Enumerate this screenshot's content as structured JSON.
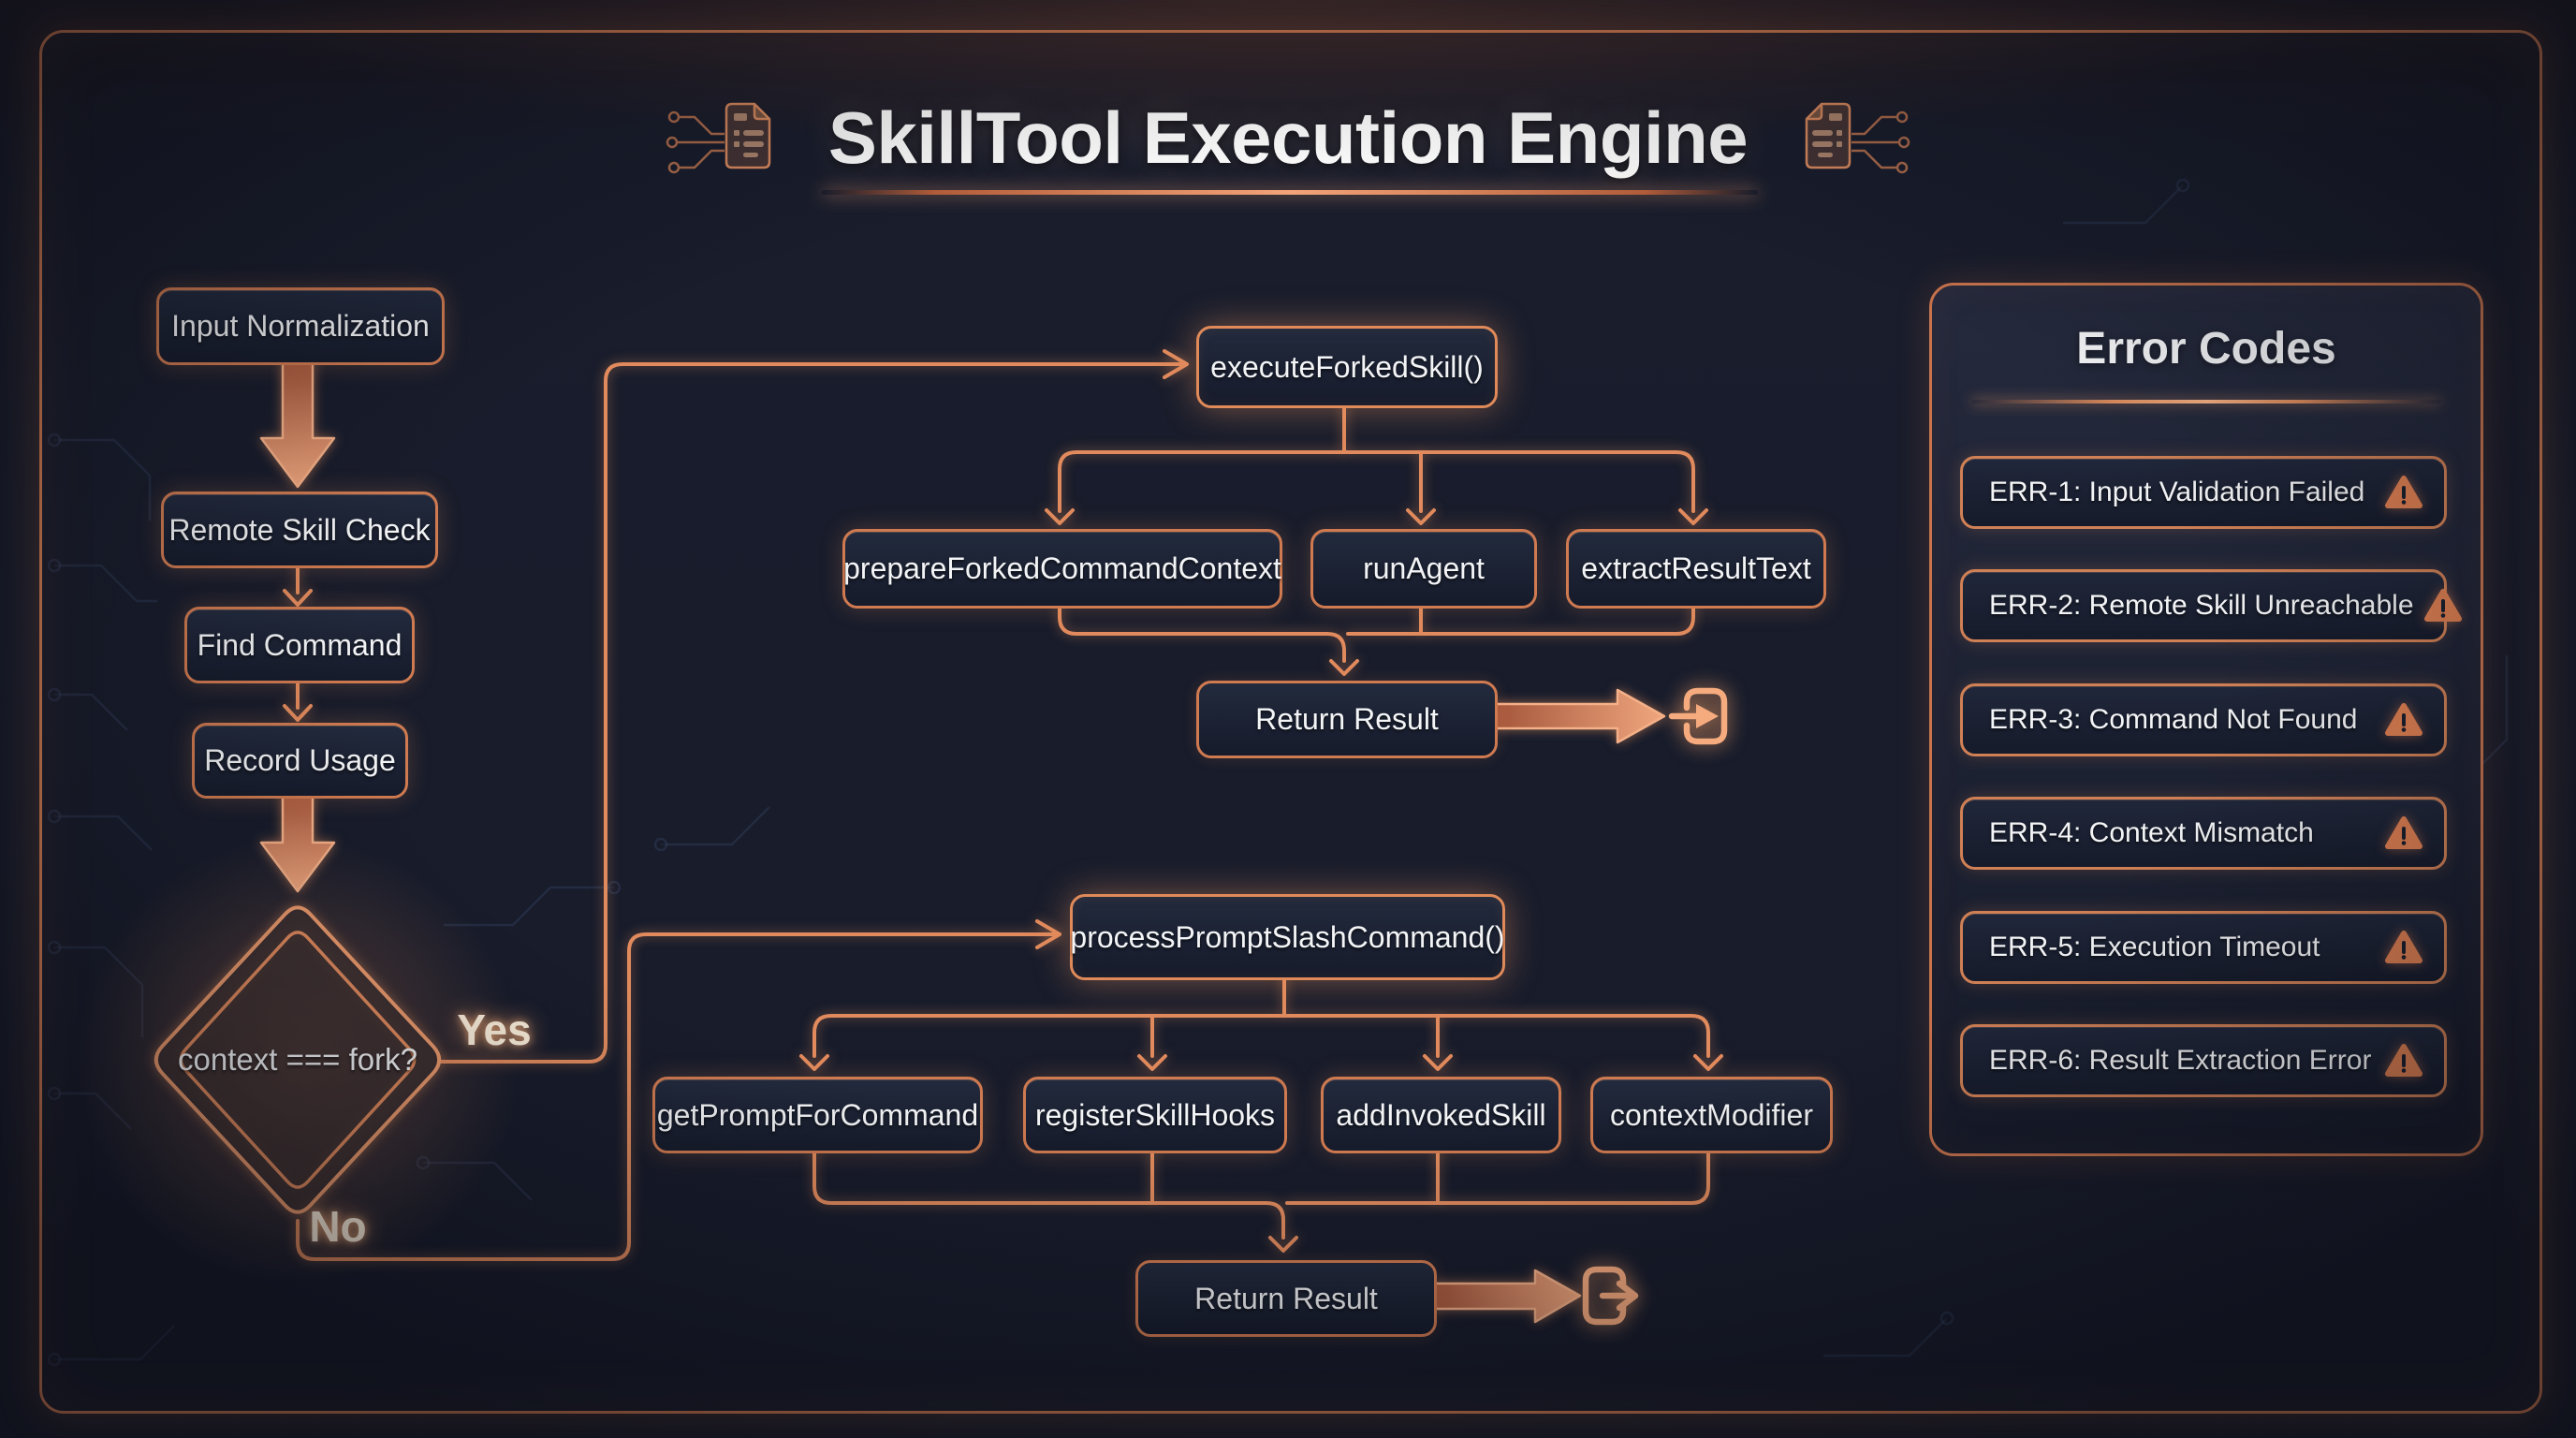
{
  "title": "SkillTool Execution Engine",
  "left_flow": {
    "steps": [
      "Input Normalization",
      "Remote Skill Check",
      "Find Command",
      "Record Usage"
    ],
    "decision": "context === fork?",
    "yes_label": "Yes",
    "no_label": "No"
  },
  "fork_flow": {
    "entry": "executeForkedSkill()",
    "children": [
      "prepareForkedCommandContext",
      "runAgent",
      "extractResultText"
    ],
    "result": "Return Result"
  },
  "slash_flow": {
    "entry": "processPromptSlashCommand()",
    "children": [
      "getPromptForCommand",
      "registerSkillHooks",
      "addInvokedSkill",
      "contextModifier"
    ],
    "result": "Return Result"
  },
  "error_panel": {
    "title": "Error Codes",
    "items": [
      "ERR-1: Input Validation Failed",
      "ERR-2: Remote Skill Unreachable",
      "ERR-3: Command Not Found",
      "ERR-4: Context Mismatch",
      "ERR-5: Execution Timeout",
      "ERR-6: Result Extraction Error"
    ]
  },
  "icons": {
    "title_left": "document-circuit-icon",
    "title_right": "document-circuit-icon",
    "fork_exit": "enter-door-icon",
    "slash_exit": "exit-door-icon",
    "error_item": "warning-triangle-icon"
  },
  "colors": {
    "background": "#171b2a",
    "accent": "#e08a5d",
    "accent_bright": "#f5a879",
    "node_fill": "#1b2133",
    "text": "#f3f4f6",
    "warning": "#dd7f51"
  }
}
